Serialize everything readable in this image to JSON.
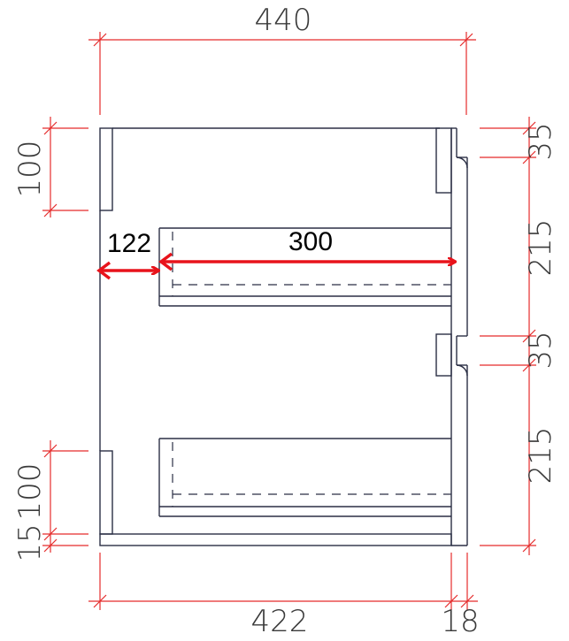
{
  "colors": {
    "dimension": "#e52b2b",
    "outline": "#2b2f45",
    "highlight_arrow": "#e8131b",
    "dimension_text": "#3a3a3a",
    "highlight_text": "#000000"
  },
  "dimensions": {
    "top_width": "440",
    "bottom_width": "422",
    "bottom_side": "18",
    "left_top": "100",
    "left_bottom": "100",
    "left_base": "15",
    "right_gap_top": "35",
    "right_front_top": "215",
    "right_gap_middle": "35",
    "right_front_bottom": "215"
  },
  "highlights": {
    "offset_label": "122",
    "depth_label": "300"
  }
}
